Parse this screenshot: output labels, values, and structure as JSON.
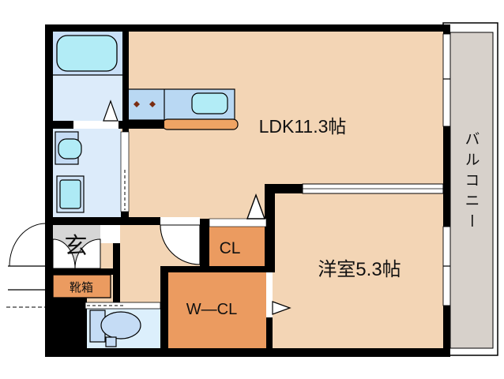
{
  "plan": {
    "type": "apartment-floor-plan",
    "labels": {
      "ldk": "LDK11.3帖",
      "bedroom": "洋室5.3帖",
      "closet": "CL",
      "walk_in_closet": "W—CL",
      "entrance": "玄",
      "shoe_box": "靴箱",
      "balcony": "バルコニー"
    },
    "colors": {
      "floor": "#f3d5b5",
      "closet_orange": "#eb9b60",
      "counter_edge_orange": "#efa464",
      "bath_blue": "#c9e0f8",
      "wash_blue": "#dcebfa",
      "toilet_blue": "#dceffc",
      "fixture_blue": "#c5dcf5",
      "water_cyan": "#b2ecf6",
      "counter_blue": "#b9d8f3",
      "washer_outer": "#cfe3f7",
      "washer_inner": "#aeeaf5",
      "entrance_gray": "#d6d6d6",
      "balcony_gray": "#d7d1cb",
      "wall": "#000000",
      "burner": "#7a2c12",
      "white": "#ffffff"
    }
  }
}
